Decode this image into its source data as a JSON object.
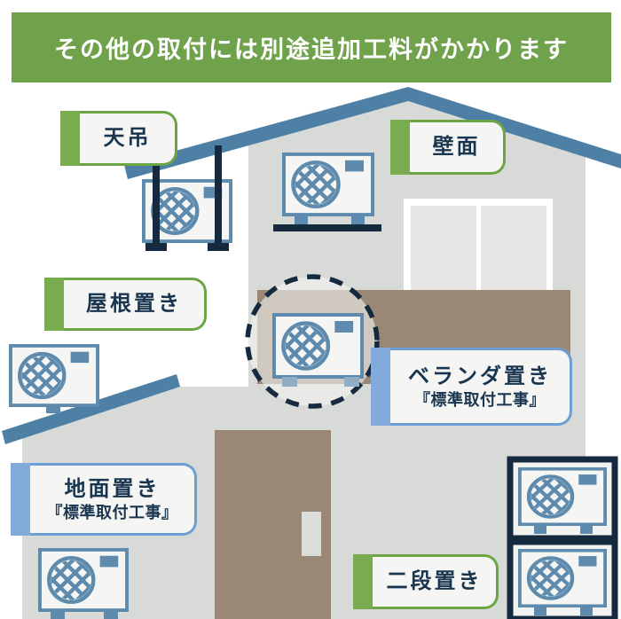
{
  "banner": {
    "text": "その他の取付には別途追加工料がかかります"
  },
  "labels": {
    "ceiling": {
      "text": "天吊"
    },
    "wall": {
      "text": "壁面"
    },
    "roof": {
      "text": "屋根置き"
    },
    "veranda": {
      "text": "ベランダ置き",
      "note": "『標準取付工事』"
    },
    "ground": {
      "text": "地面置き",
      "note": "『標準取付工事』"
    },
    "two_tier": {
      "text": "二段置き"
    }
  },
  "colors": {
    "banner_green": "#6FA24B",
    "label_green_bar": "#79AB4F",
    "label_green_border": "#6CA544",
    "label_blue_bar": "#82ABDC",
    "label_blue_border": "#6E9FD4",
    "roof_blue": "#4E80A6",
    "unit_blue": "#5E8BAD",
    "frame_navy": "#152A3E",
    "wall_gray": "#D8DAD7",
    "wood_taupe": "#9A8775",
    "text_navy": "#1A3550"
  },
  "icons": {
    "air_conditioner": "air-conditioner-unit-icon",
    "dashed_circle": "highlight-dashed-circle"
  }
}
